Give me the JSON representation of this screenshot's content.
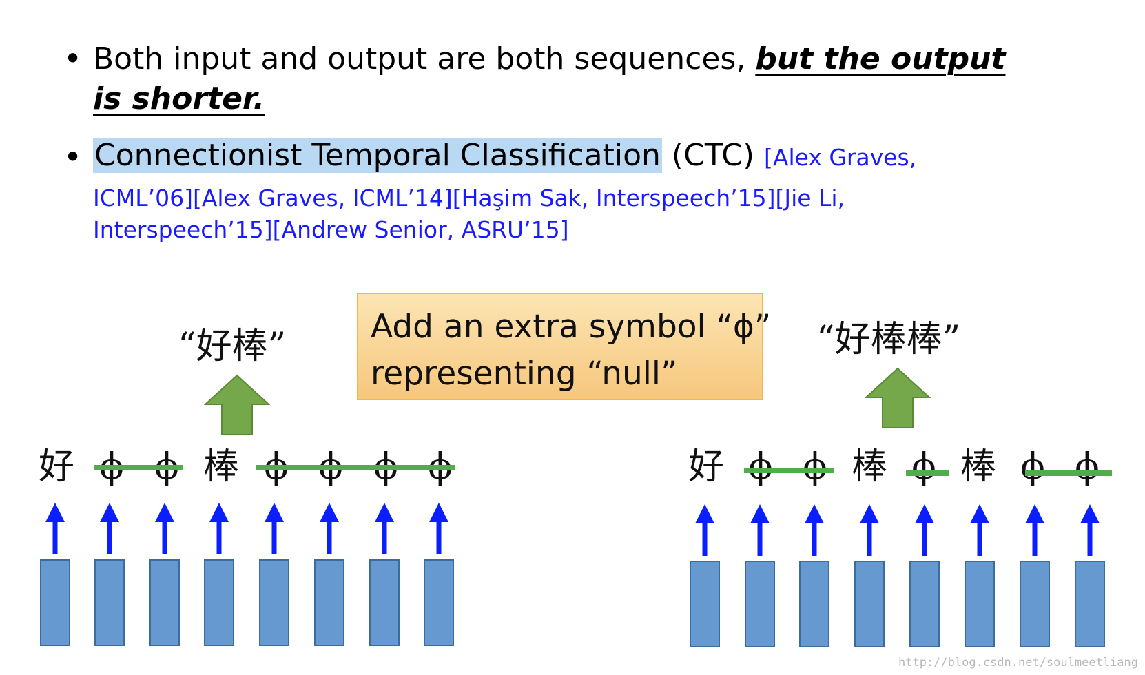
{
  "bullets": {
    "b1_plain": "Both input and output are both sequences, ",
    "b1_em1": "but the output",
    "b1_em2": "is shorter.",
    "b2_highlight": "Connectionist Temporal Classification",
    "b2_plain": " (CTC) ",
    "b2_cite1": "[Alex Graves,",
    "b2_cite2": "ICML’06][Alex Graves, ICML’14][Haşim Sak, Interspeech’15][Jie Li,",
    "b2_cite3": "Interspeech’15][Andrew Senior, ASRU’15]"
  },
  "callout": {
    "line1": "Add an extra symbol “ϕ”",
    "line2": "representing “null”"
  },
  "left_example": {
    "output": "“好棒”",
    "tokens": [
      "好",
      "ϕ",
      "ϕ",
      "棒",
      "ϕ",
      "ϕ",
      "ϕ",
      "ϕ"
    ]
  },
  "right_example": {
    "output": "“好棒棒”",
    "tokens": [
      "好",
      "ϕ",
      "ϕ",
      "棒",
      "ϕ",
      "棒",
      "ϕ",
      "ϕ"
    ]
  },
  "watermark": "http://blog.csdn.net/soulmeetliang",
  "colors": {
    "strike": "#4fae4a",
    "arrow_green": "#74a84a",
    "arrow_blue": "#0a1eff",
    "box": "#6699cf",
    "citation": "#1a1aff",
    "highlight": "#b9d8f4"
  }
}
